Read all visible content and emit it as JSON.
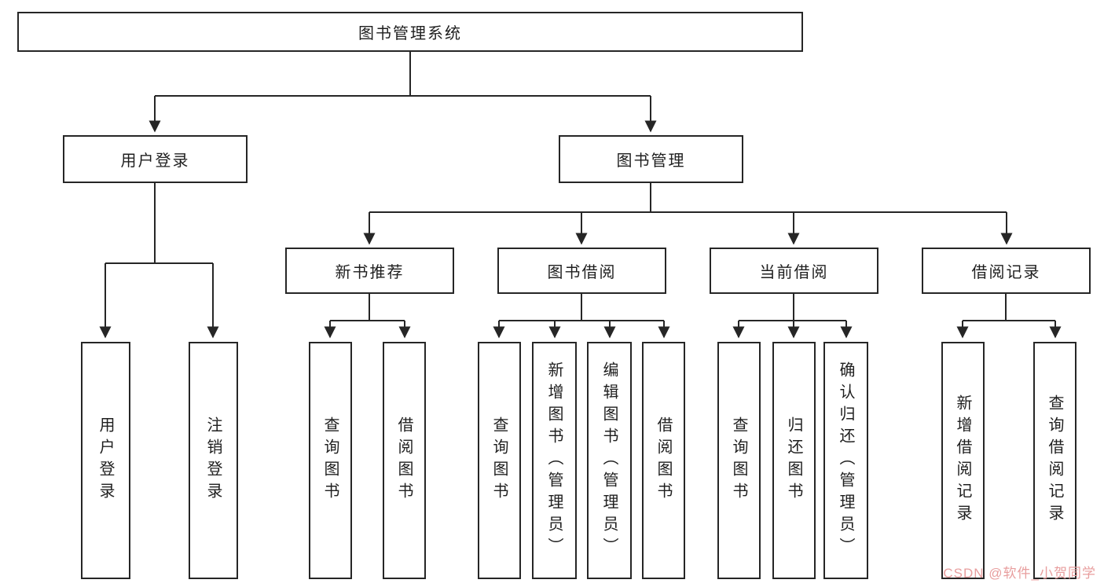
{
  "tree": {
    "label": "图书管理系统",
    "children": [
      {
        "label": "用户登录",
        "children": [
          {
            "label": "用户登录"
          },
          {
            "label": "注销登录"
          }
        ]
      },
      {
        "label": "图书管理",
        "children": [
          {
            "label": "新书推荐",
            "children": [
              {
                "label": "查询图书"
              },
              {
                "label": "借阅图书"
              }
            ]
          },
          {
            "label": "图书借阅",
            "children": [
              {
                "label": "查询图书"
              },
              {
                "label": "新增图书（管理员）"
              },
              {
                "label": "编辑图书（管理员）"
              },
              {
                "label": "借阅图书"
              }
            ]
          },
          {
            "label": "当前借阅",
            "children": [
              {
                "label": "查询图书"
              },
              {
                "label": "归还图书"
              },
              {
                "label": "确认归还（管理员）"
              }
            ]
          },
          {
            "label": "借阅记录",
            "children": [
              {
                "label": "新增借阅记录"
              },
              {
                "label": "查询借阅记录"
              }
            ]
          }
        ]
      }
    ]
  },
  "watermark": "CSDN @软件_小贺同学",
  "colors": {
    "line": "#262626",
    "watermark": "#e89e9e"
  }
}
